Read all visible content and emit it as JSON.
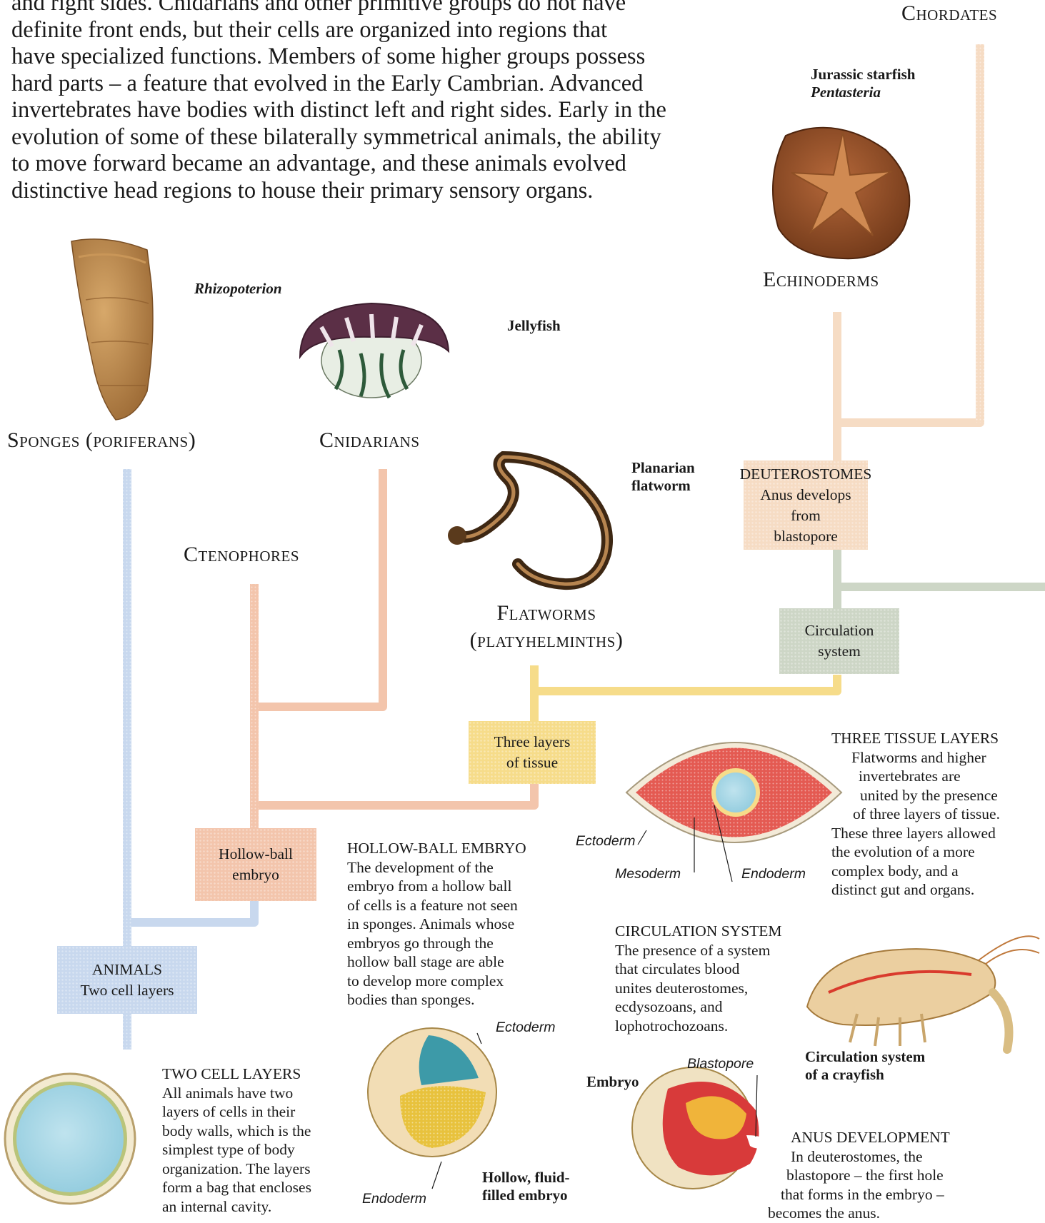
{
  "intro": {
    "lines": [
      "and right sides. Cnidarians and other primitive groups do not have",
      "definite front ends, but their cells are organized into regions that",
      "have specialized functions. Members of some higher groups possess",
      "hard parts – a feature that evolved in the Early Cambrian. Advanced",
      "invertebrates have bodies with distinct left and right sides. Early in the",
      "evolution of some of these bilaterally symmetrical animals, the ability",
      "to move forward became an advantage, and these animals evolved",
      "distinctive head regions to house their primary sensory organs."
    ]
  },
  "groups": {
    "chordates": "Chordates",
    "echinoderms": "Echinoderms",
    "sponges": "Sponges (poriferans)",
    "cnidarians": "Cnidarians",
    "ctenophores": "Ctenophores",
    "flatworms_1": "Flatworms",
    "flatworms_2": "(platyhelminths)"
  },
  "captions": {
    "starfish_1": "Jurassic starfish",
    "starfish_2": "Pentasteria",
    "rhizopoterion": "Rhizopoterion",
    "jellyfish": "Jellyfish",
    "planarian_1": "Planarian",
    "planarian_2": "flatworm",
    "crayfish_1": "Circulation system",
    "crayfish_2": "of a crayfish",
    "embryo": "Embryo",
    "hollow_1": "Hollow, fluid-",
    "hollow_2": "filled embryo"
  },
  "nodes": {
    "deuterostomes": {
      "l1": "DEUTEROSTOMES",
      "l2": "Anus develops from",
      "l3": "blastopore"
    },
    "circulation": {
      "l1": "Circulation",
      "l2": "system"
    },
    "three_layers": {
      "l1": "Three layers",
      "l2": "of tissue"
    },
    "hollow_ball": {
      "l1": "Hollow-ball",
      "l2": "embryo"
    },
    "animals": {
      "l1": "ANIMALS",
      "l2": "Two cell layers"
    }
  },
  "info": {
    "three_tissue": {
      "heading": "Three tissue layers",
      "lines": [
        "Flatworms and higher",
        "invertebrates are",
        "united by the presence",
        "of three layers of tissue.",
        "These three layers allowed",
        "the evolution of a more",
        "complex body, and a",
        "distinct gut and organs."
      ]
    },
    "hollow_ball": {
      "heading": "Hollow-ball embryo",
      "lines": [
        "The development of the",
        "embryo from a hollow ball",
        "of cells is a feature not seen",
        "in sponges. Animals whose",
        "embryos go through the",
        "hollow ball stage are able",
        "to develop more complex",
        "bodies than sponges."
      ]
    },
    "circulation": {
      "heading": "Circulation system",
      "lines": [
        "The presence of a system",
        "that circulates blood",
        "unites deuterostomes,",
        "ecdysozoans, and",
        "lophotrochozoans."
      ]
    },
    "two_cell": {
      "heading": "Two cell layers",
      "lines": [
        "All animals have two",
        "layers of cells in their",
        "body walls, which is the",
        "simplest type of body",
        "organization. The layers",
        "form a bag that encloses",
        "an internal cavity."
      ]
    },
    "anus": {
      "heading": "Anus development",
      "lines": [
        "In deuterostomes, the",
        "blastopore – the first hole",
        "that forms in the embryo –",
        "becomes the anus."
      ]
    }
  },
  "labels": {
    "ectoderm": "Ectoderm",
    "mesoderm": "Mesoderm",
    "endoderm": "Endoderm",
    "ectoderm2": "Ectoderm",
    "endoderm2": "Endoderm",
    "blastopore": "Blastopore"
  },
  "colors": {
    "sponge_line": "#c8d8ee",
    "cnidarian_line": "#f3c5ac",
    "flatworm_line": "#f6dc8a",
    "circulation_line": "#cdd6c6",
    "deutero_line": "#f6dcc4"
  }
}
